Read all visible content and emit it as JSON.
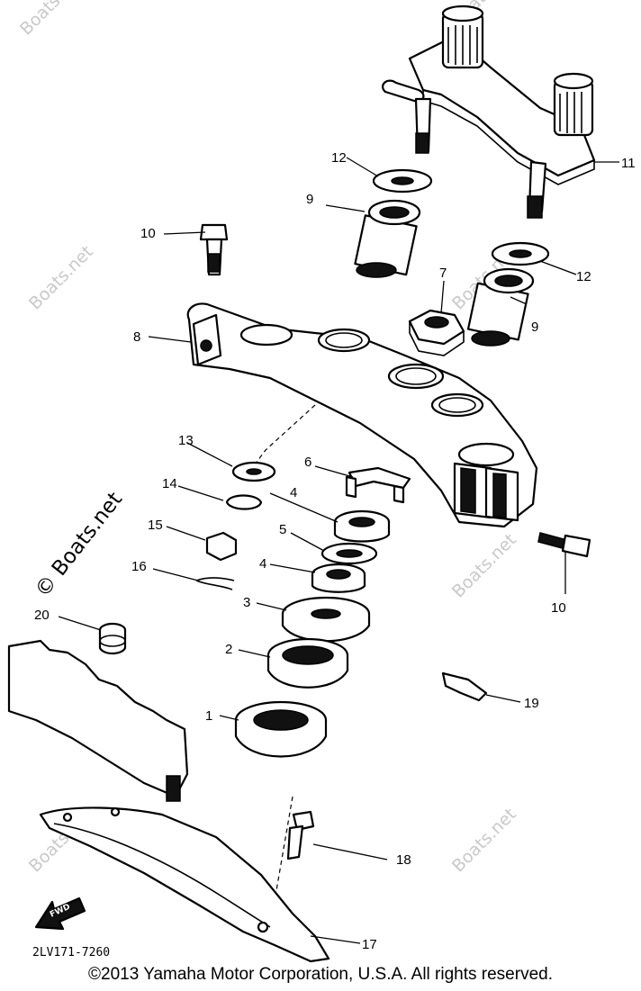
{
  "diagram": {
    "part_callouts": [
      {
        "id": "p1",
        "label": "1"
      },
      {
        "id": "p2",
        "label": "2"
      },
      {
        "id": "p3",
        "label": "3"
      },
      {
        "id": "p4a",
        "label": "4"
      },
      {
        "id": "p4b",
        "label": "4"
      },
      {
        "id": "p5",
        "label": "5"
      },
      {
        "id": "p6",
        "label": "6"
      },
      {
        "id": "p7",
        "label": "7"
      },
      {
        "id": "p8",
        "label": "8"
      },
      {
        "id": "p9a",
        "label": "9"
      },
      {
        "id": "p9b",
        "label": "9"
      },
      {
        "id": "p10a",
        "label": "10"
      },
      {
        "id": "p10b",
        "label": "10"
      },
      {
        "id": "p11",
        "label": "11"
      },
      {
        "id": "p12a",
        "label": "12"
      },
      {
        "id": "p12b",
        "label": "12"
      },
      {
        "id": "p13",
        "label": "13"
      },
      {
        "id": "p14",
        "label": "14"
      },
      {
        "id": "p15",
        "label": "15"
      },
      {
        "id": "p16",
        "label": "16"
      },
      {
        "id": "p17",
        "label": "17"
      },
      {
        "id": "p18",
        "label": "18"
      },
      {
        "id": "p19",
        "label": "19"
      },
      {
        "id": "p20",
        "label": "20"
      }
    ],
    "drawing_code": "2LV171-7260",
    "fwd_arrow_label": "FWD",
    "watermark_text": "© Boats.net",
    "watermark_small": "Boats.net",
    "copyright": "©2013 Yamaha Motor Corporation, U.S.A. All rights reserved."
  }
}
